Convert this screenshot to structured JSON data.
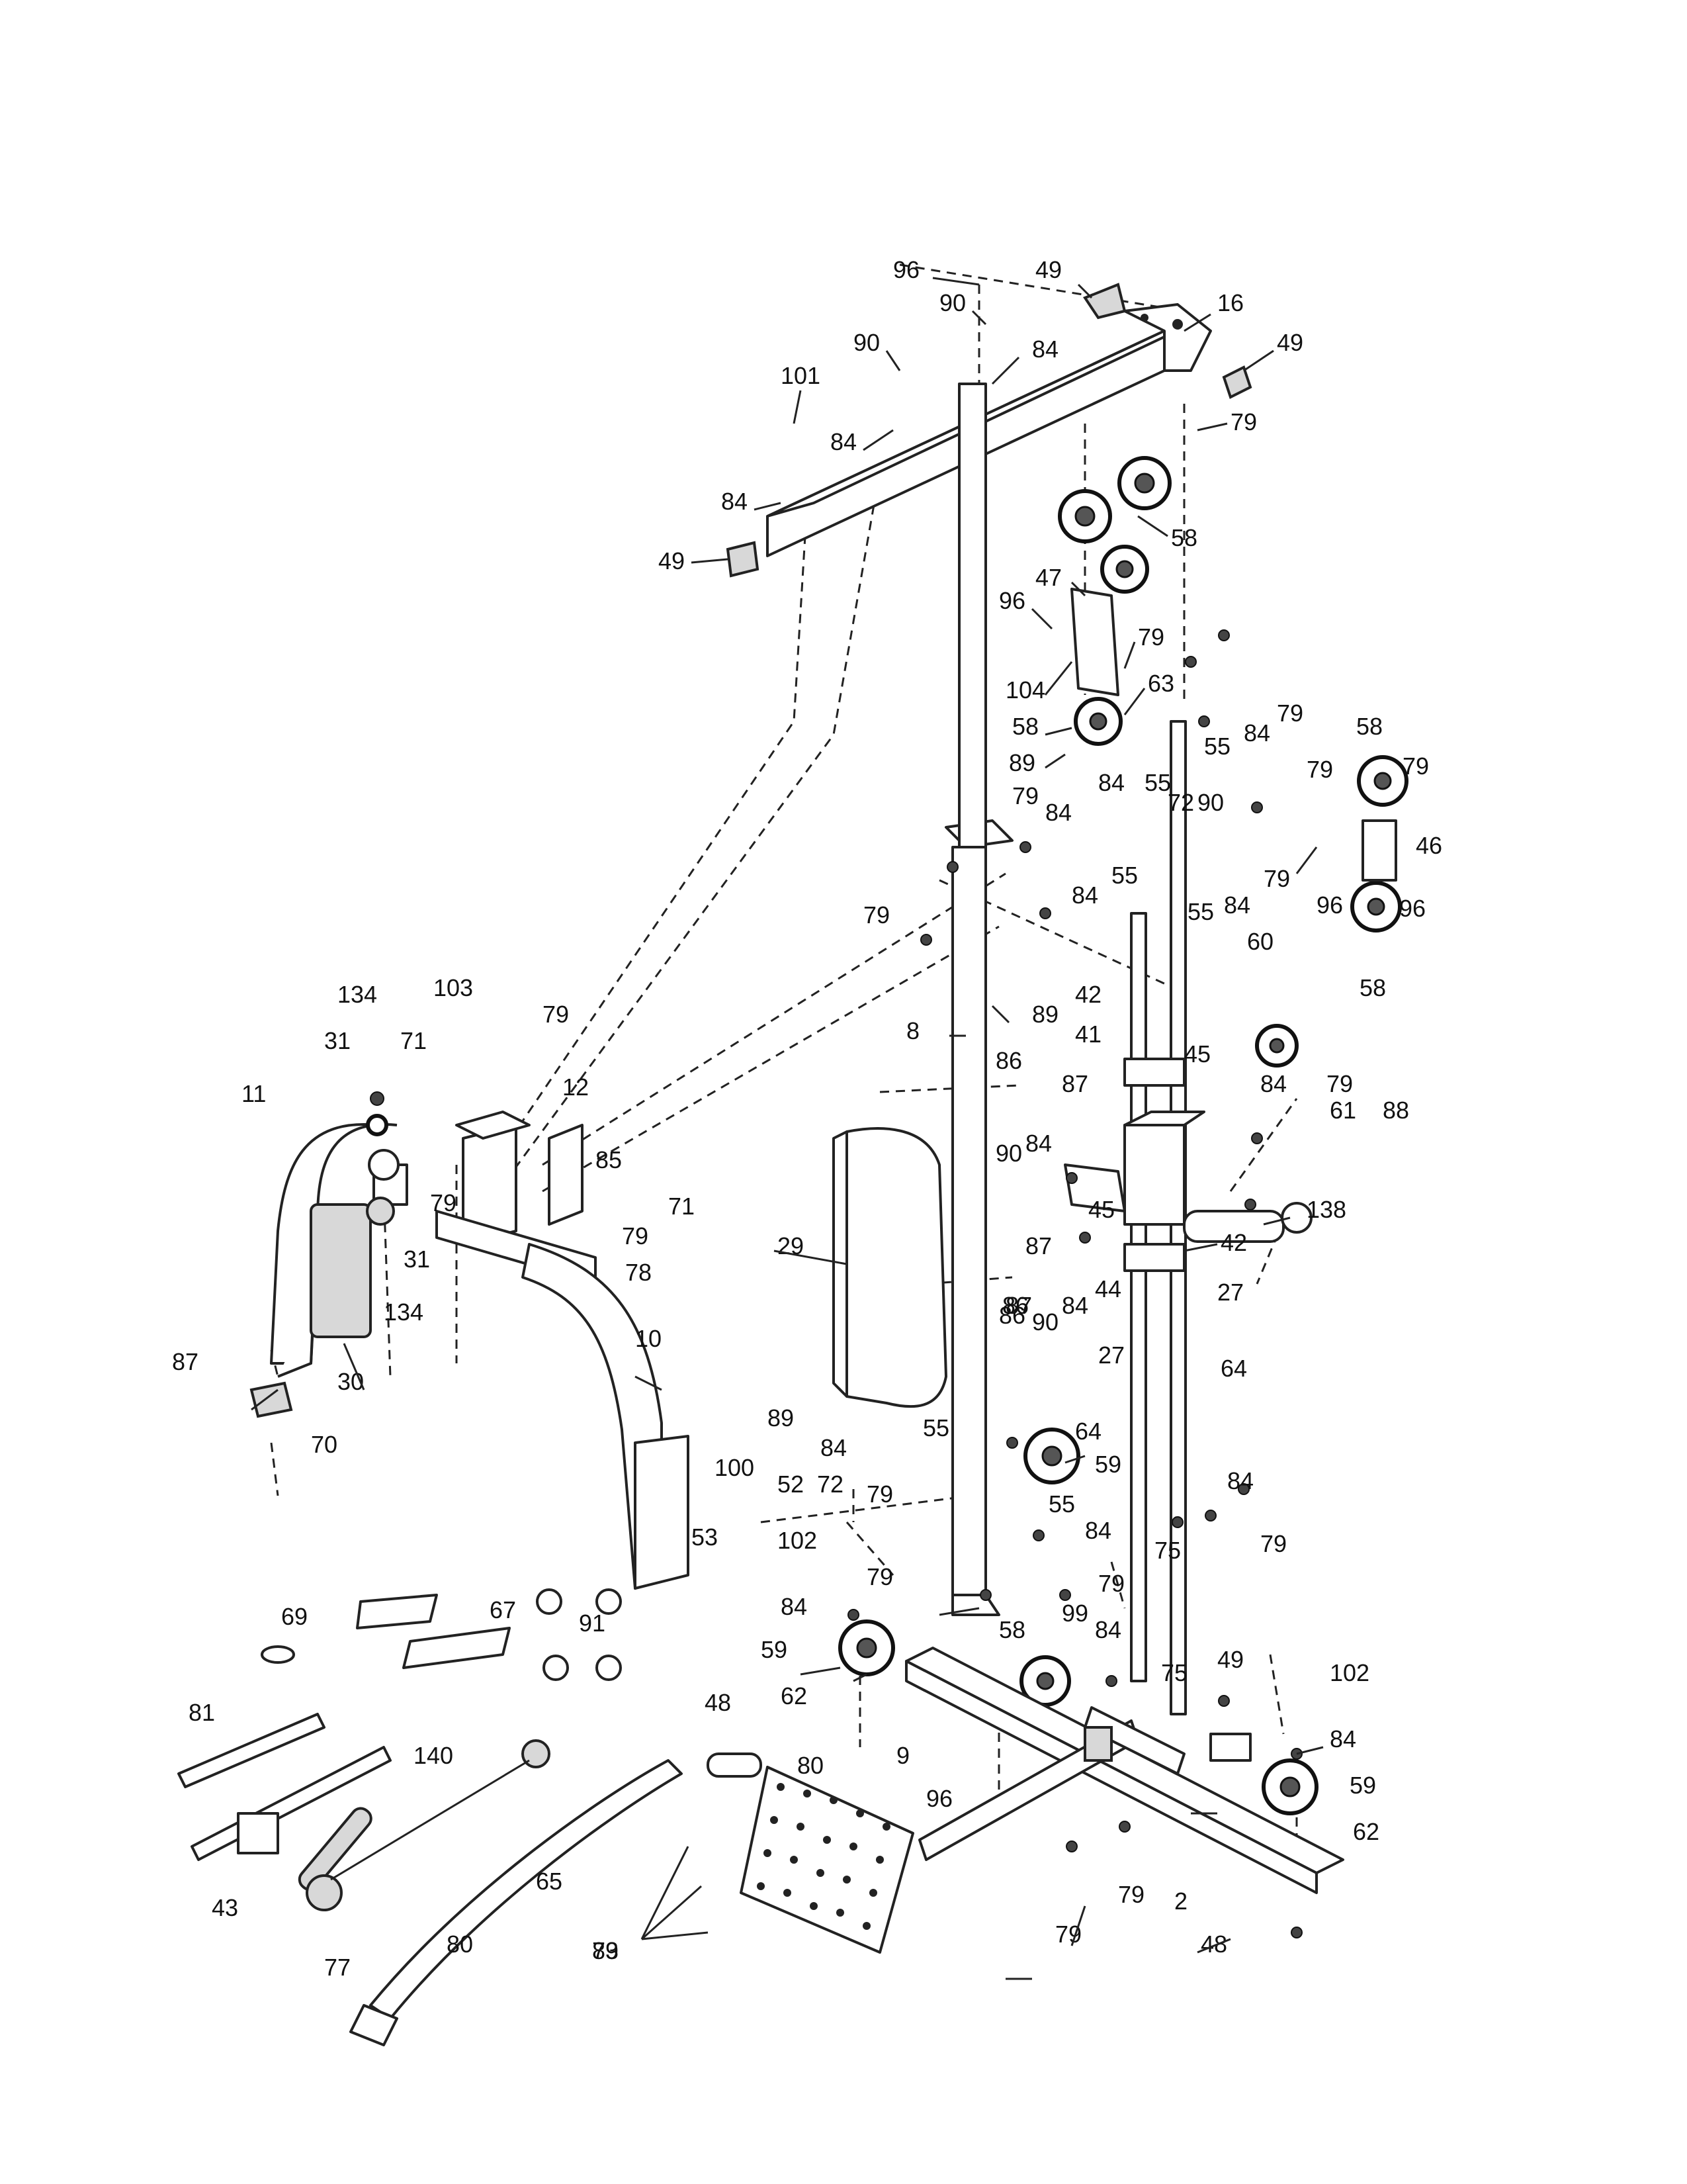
{
  "diagram": {
    "callouts": [
      "96",
      "49",
      "90",
      "16",
      "49",
      "90",
      "84",
      "101",
      "84",
      "84",
      "79",
      "49",
      "58",
      "47",
      "96",
      "79",
      "104",
      "63",
      "79",
      "58",
      "55",
      "84",
      "58",
      "89",
      "84",
      "55",
      "79",
      "79",
      "72",
      "90",
      "79",
      "84",
      "46",
      "55",
      "55",
      "84",
      "79",
      "96",
      "96",
      "84",
      "58",
      "79",
      "89",
      "60",
      "8",
      "42",
      "41",
      "86",
      "87",
      "45",
      "84",
      "79",
      "61",
      "88",
      "134",
      "103",
      "79",
      "31",
      "71",
      "12",
      "11",
      "85",
      "90",
      "84",
      "71",
      "79",
      "45",
      "138",
      "79",
      "31",
      "134",
      "87",
      "42",
      "29",
      "87",
      "86",
      "84",
      "44",
      "27",
      "78",
      "90",
      "86",
      "30",
      "27",
      "10",
      "87",
      "64",
      "70",
      "64",
      "89",
      "55",
      "84",
      "59",
      "100",
      "52",
      "72",
      "79",
      "55",
      "84",
      "84",
      "53",
      "102",
      "79",
      "79",
      "75",
      "79",
      "67",
      "69",
      "84",
      "99",
      "84",
      "91",
      "59",
      "58",
      "75",
      "49",
      "102",
      "62",
      "81",
      "48",
      "80",
      "84",
      "140",
      "9",
      "59",
      "96",
      "62",
      "43",
      "65",
      "79",
      "2",
      "79",
      "48",
      "80",
      "77",
      "83",
      "79"
    ]
  }
}
